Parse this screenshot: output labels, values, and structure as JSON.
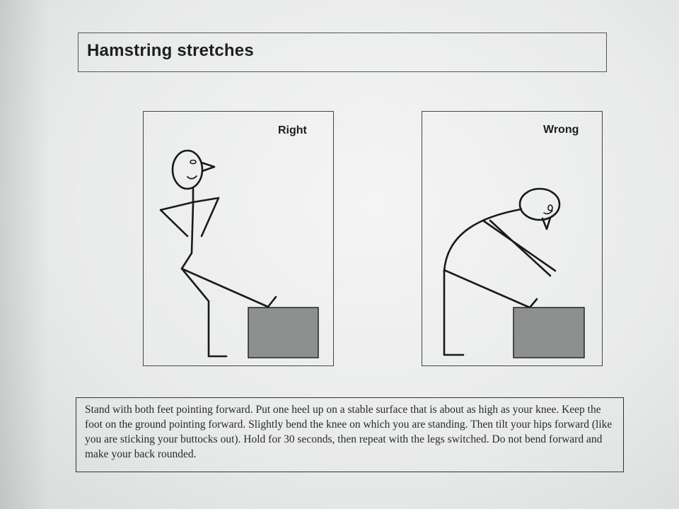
{
  "header": {
    "title": "Hamstring stretches"
  },
  "panels": [
    {
      "label": "Right"
    },
    {
      "label": "Wrong"
    }
  ],
  "description": {
    "text": "Stand with both feet pointing forward. Put one heel up on a stable surface that is about as high as your knee. Keep the foot on the ground pointing forward. Slightly bend the knee on which you are standing. Then tilt your hips forward (like you are sticking your buttocks out). Hold for 30 seconds, then repeat with the legs switched. Do not bend forward and make your back rounded."
  },
  "colors": {
    "ink": "#1a1a1a",
    "box_fill": "#8e8f8f",
    "paper": "#eeefef"
  }
}
